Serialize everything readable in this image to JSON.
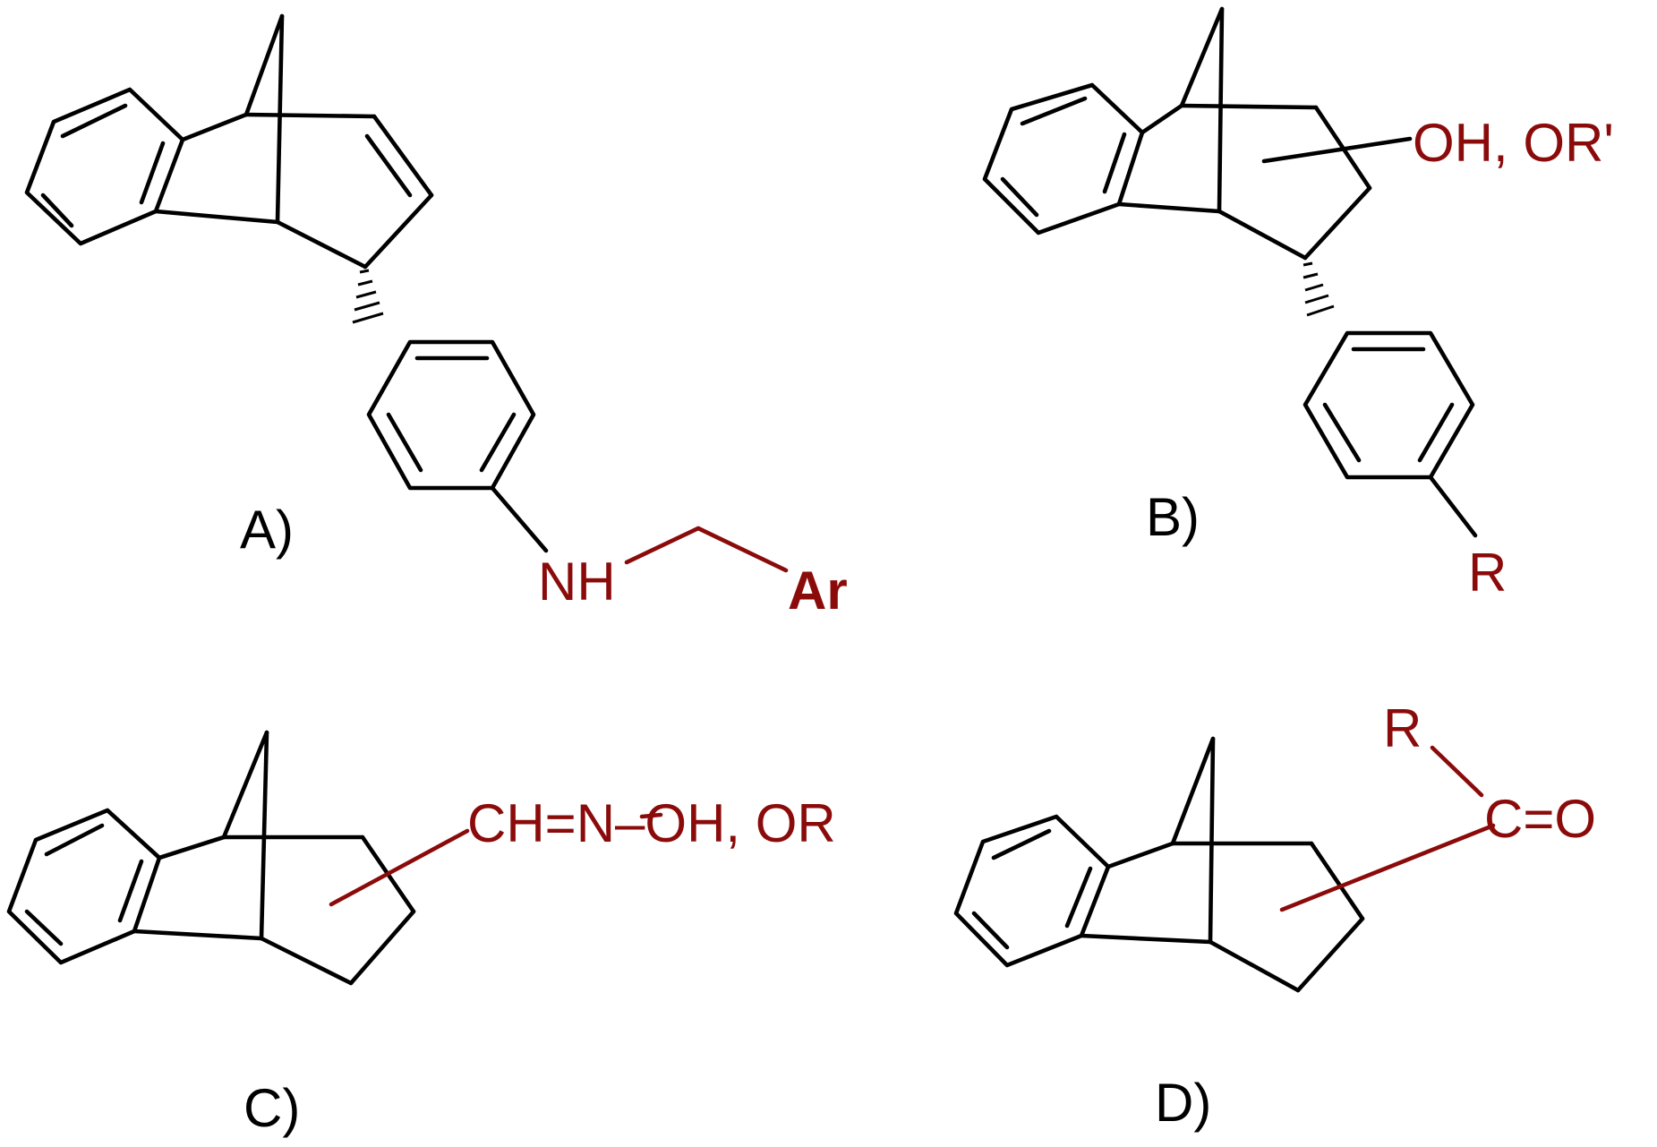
{
  "colors": {
    "bond": "#000000",
    "substituent": "#8b0b0b",
    "background": "#ffffff"
  },
  "structures": [
    {
      "id": "A",
      "label": "A)",
      "groups": {
        "nh": "NH",
        "ar": "Ar"
      }
    },
    {
      "id": "B",
      "label": "B)",
      "groups": {
        "oh": "OH, OR'",
        "r": "R"
      }
    },
    {
      "id": "C",
      "label": "C)",
      "groups": {
        "oxime": "CH=N–OH, OR"
      }
    },
    {
      "id": "D",
      "label": "D)",
      "groups": {
        "r": "R",
        "co": "C=O"
      }
    }
  ]
}
